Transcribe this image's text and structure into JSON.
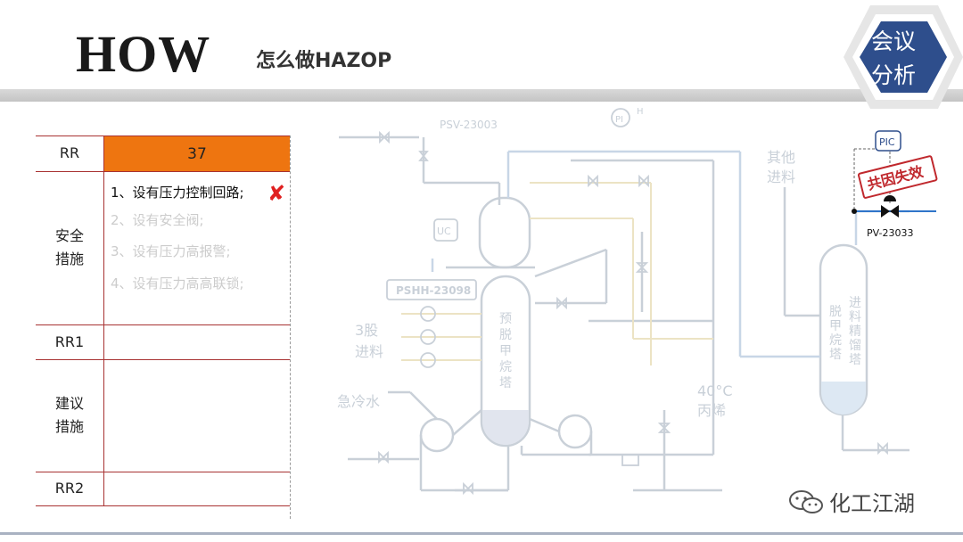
{
  "header": {
    "title": "HOW",
    "subtitle": "怎么做HAZOP",
    "badge_line1": "会议",
    "badge_line2": "分析"
  },
  "table": {
    "rr_label": "RR",
    "rr_value": "37",
    "safety_label_line1": "安全",
    "safety_label_line2": "措施",
    "measures": [
      "1、设有压力控制回路;",
      "2、设有安全阀;",
      "3、设有压力高报警;",
      "4、设有压力高高联锁;"
    ],
    "rr1_label": "RR1",
    "advice_label_line1": "建议",
    "advice_label_line2": "措施",
    "rr2_label": "RR2"
  },
  "diagram": {
    "psv": "PSV-23003",
    "pi": "PI",
    "pi_h": "H",
    "uc": "UC",
    "pshh": "PSHH-23098",
    "feed3_line1": "3股",
    "feed3_line2": "进料",
    "quench": "急冷水",
    "tower1": [
      "预",
      "脱",
      "甲",
      "烷",
      "塔"
    ],
    "temp": "40°C",
    "propylene": "丙烯",
    "other_feed_line1": "其他",
    "other_feed_line2": "进料",
    "tower2_col1": [
      "脱",
      "甲",
      "烷",
      "塔"
    ],
    "tower2_col2": [
      "进",
      "料",
      "精",
      "馏",
      "塔"
    ],
    "pic": "PIC",
    "stamp": "共因失效",
    "pv": "PV-23033"
  },
  "watermark": "化工江湖",
  "colors": {
    "accent_orange": "#ee7510",
    "table_line": "#a83232",
    "badge_blue": "#2e4e8c",
    "stamp_red": "#c0282d",
    "faded_pipe": "#c8d6e6"
  }
}
